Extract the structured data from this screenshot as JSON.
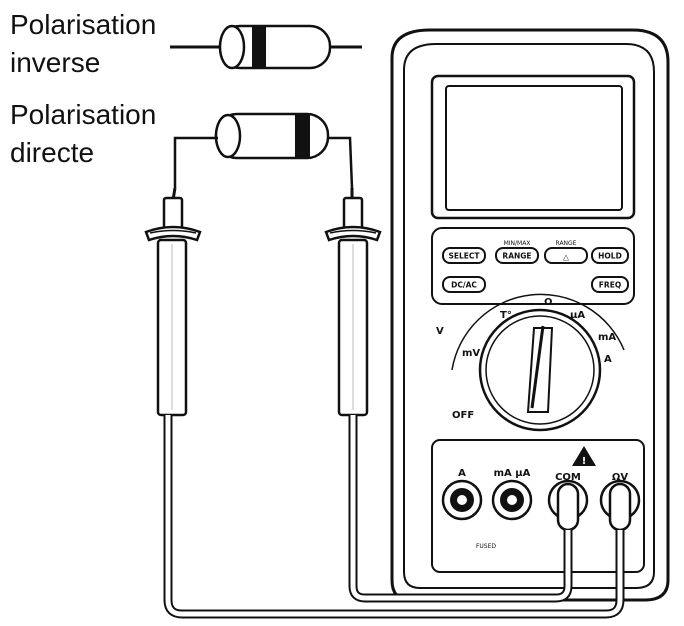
{
  "labels": {
    "reverse_line1": "Polarisation",
    "reverse_line2": "inverse",
    "forward_line1": "Polarisation",
    "forward_line2": "directe"
  },
  "meter": {
    "buttons": {
      "select": "SELECT",
      "range": "RANGE",
      "relative": "△",
      "hold": "HOLD",
      "dc_ac": "DC/AC",
      "freq": "FREQ"
    },
    "button_captions": {
      "range": "MIN/MAX",
      "relative": "RANGE"
    },
    "dial": {
      "off": "OFF",
      "temp": "T°",
      "mv": "mV",
      "ohm": "Ω",
      "ua": "µA",
      "ma": "mA",
      "a": "A",
      "v": "V"
    },
    "jacks": {
      "a_label": "A",
      "ma_label": "mA µA",
      "com_label": "COM",
      "v_label": "ΩV"
    },
    "fuse_text": "FUSED"
  },
  "icons": [
    "diode-reverse-icon",
    "diode-forward-icon",
    "probe-icon",
    "multimeter-icon",
    "rotary-dial-icon",
    "warning-triangle-icon"
  ]
}
